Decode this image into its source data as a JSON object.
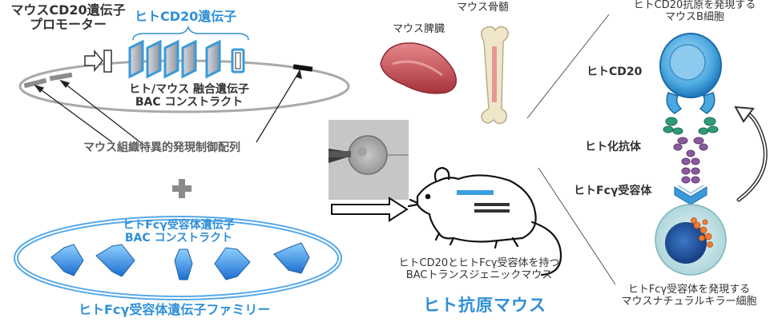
{
  "gene_construct": {
    "promoter_label": [
      "マウスCD20遺伝子",
      "プロモーター"
    ],
    "human_gene_label": "ヒトCD20遺伝子",
    "fusion_label": [
      "ヒト/マウス 融合遺伝子",
      "BAC コンストラクト"
    ],
    "regulatory_label": "マウス組織特異的発現制御配列"
  },
  "fc_construct": {
    "construct_label": [
      "ヒトFcγ受容体遺伝子",
      "BAC コンストラクト"
    ],
    "family_label": "ヒトFcγ受容体遺伝子ファミリー"
  },
  "tissues": {
    "spleen_label": "マウス脾臓",
    "bone_marrow_label": "マウス骨髄"
  },
  "mouse": {
    "caption": [
      "ヒトCD20とヒトFcγ受容体を持つ",
      "BACトランスジェニックマウス"
    ],
    "name": "ヒト抗原マウス"
  },
  "cells": {
    "b_cell_label": [
      "ヒトCD20抗原を発現する",
      "マウスB細胞"
    ],
    "cd20_label": "ヒトCD20",
    "antibody_label": "ヒト化抗体",
    "fc_receptor_label": "ヒトFcγ受容体",
    "nk_cell_label": [
      "ヒトFcγ受容体を発現する",
      "マウスナチュラルキラー細胞"
    ]
  },
  "colors": {
    "accent_blue": "#2f8fd8",
    "exon_blue": "#3a9ad9",
    "b_cell_blue": "#4aa8e0",
    "antibody_green": "#2e9b74",
    "antibody_purple": "#8a5a9e",
    "spleen_red": "#c2474f",
    "bone_ivory": "#efe6c9",
    "nk_orange": "#f07b32"
  }
}
